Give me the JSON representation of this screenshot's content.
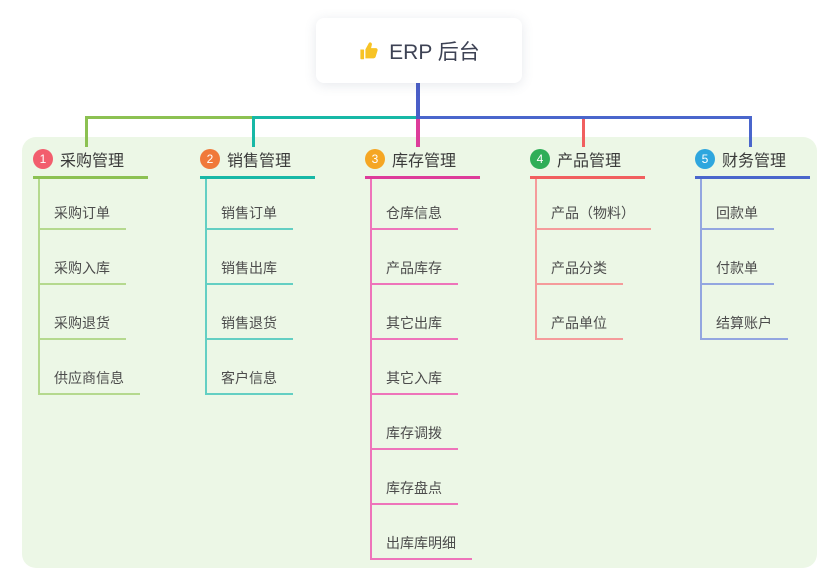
{
  "root": {
    "title": "ERP 后台",
    "icon": "thumbs-up-icon",
    "icon_color": "#f7c325"
  },
  "colors": {
    "board_bg": "#ecf7e6",
    "trunk": "#4a5ec8"
  },
  "branches": [
    {
      "number": "1",
      "title": "采购管理",
      "badge_color": "#f25d6d",
      "line_color": "#8cc152",
      "child_line_color": "#b5d98e",
      "children": [
        "采购订单",
        "采购入库",
        "采购退货",
        "供应商信息"
      ]
    },
    {
      "number": "2",
      "title": "销售管理",
      "badge_color": "#f0793a",
      "line_color": "#17b8a6",
      "child_line_color": "#63cfc3",
      "children": [
        "销售订单",
        "销售出库",
        "销售退货",
        "客户信息"
      ]
    },
    {
      "number": "3",
      "title": "库存管理",
      "badge_color": "#f5a623",
      "line_color": "#dd3c9a",
      "child_line_color": "#ee74ba",
      "children": [
        "仓库信息",
        "产品库存",
        "其它出库",
        "其它入库",
        "库存调拨",
        "库存盘点",
        "出库库明细"
      ]
    },
    {
      "number": "4",
      "title": "产品管理",
      "badge_color": "#2fae58",
      "line_color": "#f15f5f",
      "child_line_color": "#f59b9b",
      "children": [
        "产品（物料）",
        "产品分类",
        "产品单位"
      ]
    },
    {
      "number": "5",
      "title": "财务管理",
      "badge_color": "#2ea6de",
      "line_color": "#4a66cc",
      "child_line_color": "#93a6e0",
      "children": [
        "回款单",
        "付款单",
        "结算账户"
      ]
    }
  ]
}
